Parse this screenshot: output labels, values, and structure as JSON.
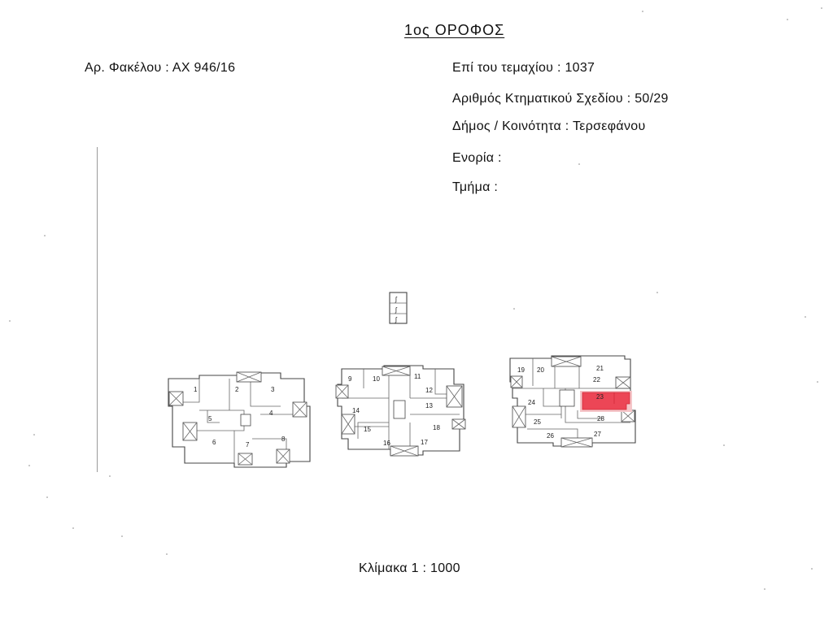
{
  "header": {
    "title": "1ος ΟΡΟΦΟΣ",
    "file_number": "Αρ. Φακέλου  :  ΑΧ 946/16",
    "plot": "Επί του τεμαχίου  : 1037",
    "cadastral_plan": "Αριθμός Κτηματικού Σχεδίου  :  50/29",
    "municipality": "Δήμος / Κοινότητα  :  Τερσεφάνου",
    "parish": "Ενορία  :",
    "section": "Τμήμα   :"
  },
  "footer": {
    "scale": "Κλίμακα  1 : 1000"
  },
  "plan": {
    "highlight_color": "#ec4656",
    "unit_labels_a": [
      "1",
      "2",
      "3",
      "4",
      "5",
      "6",
      "7",
      "8"
    ],
    "unit_labels_b": [
      "9",
      "10",
      "11",
      "12",
      "13",
      "14",
      "15",
      "16",
      "17",
      "18"
    ],
    "unit_labels_c": [
      "19",
      "20",
      "21",
      "22",
      "23",
      "24",
      "25",
      "26",
      "27",
      "28"
    ]
  }
}
